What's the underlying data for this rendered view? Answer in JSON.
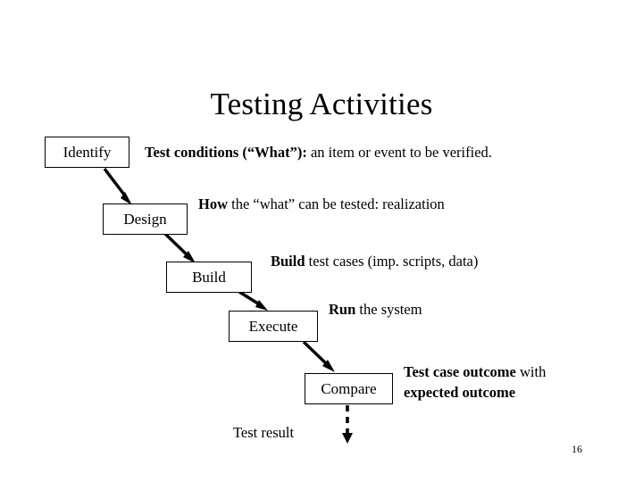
{
  "slide": {
    "title": "Testing Activities",
    "page_number": "16",
    "background_color": "#ffffff",
    "text_color": "#000000"
  },
  "flow": {
    "steps": [
      {
        "box_label": "Identify",
        "description_bold": "Test conditions (“What”):",
        "description_rest": " an item or event to be verified."
      },
      {
        "box_label": "Design",
        "description_bold": "How",
        "description_rest": " the “what” can be tested: realization"
      },
      {
        "box_label": "Build",
        "description_bold": "Build",
        "description_rest": " test cases (imp. scripts, data)"
      },
      {
        "box_label": "Execute",
        "description_bold": "Run",
        "description_rest": " the system"
      },
      {
        "box_label": "Compare",
        "description_bold": "Test case outcome",
        "description_rest": " with",
        "description_line2_bold": "expected outcome"
      }
    ],
    "output_label": "Test result",
    "connector_style": "solid-diagonal-arrow",
    "output_connector_style": "dashed-vertical-arrow"
  }
}
